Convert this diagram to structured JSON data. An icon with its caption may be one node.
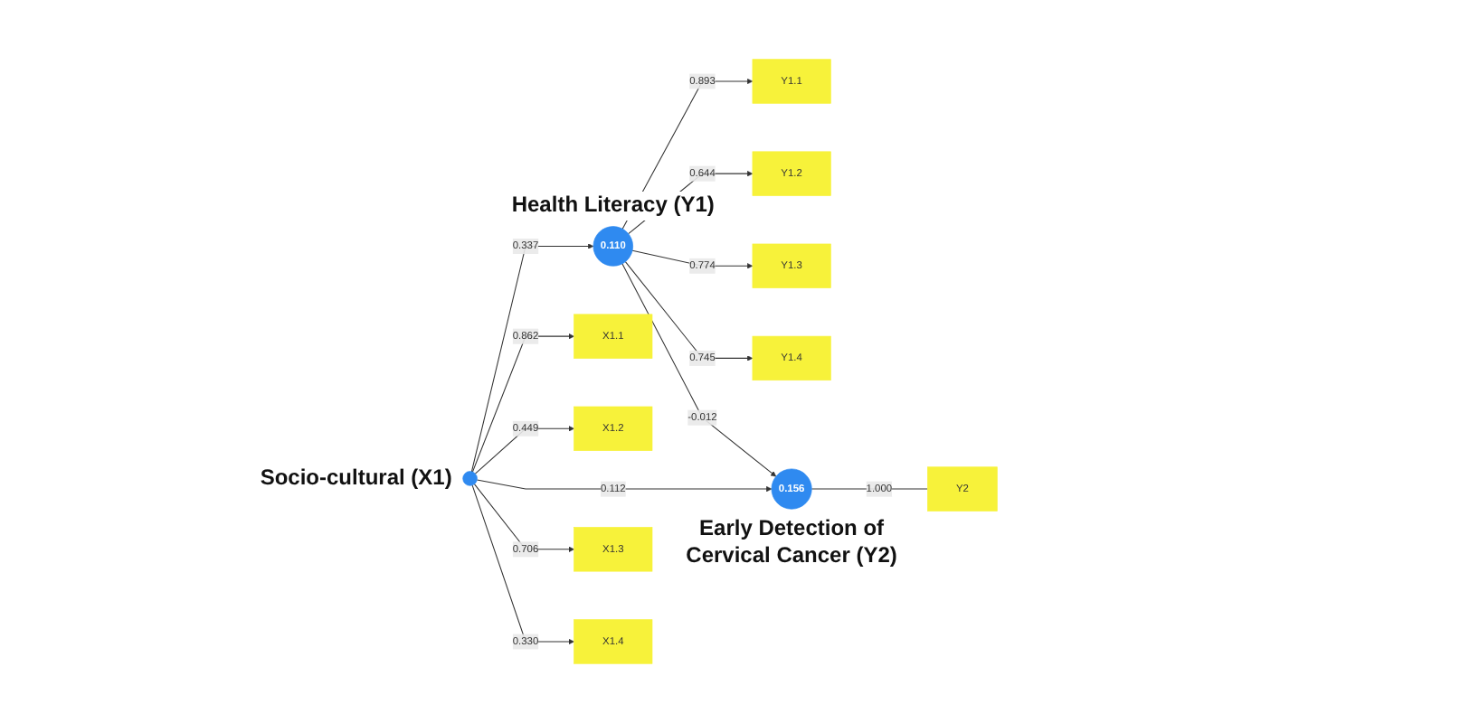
{
  "diagram": {
    "nodes": [
      {
        "text": [
          "Y1.1"
        ]
      },
      {
        "text": [
          "Y1.2"
        ]
      },
      {
        "text": [
          "Y1.3"
        ]
      },
      {
        "text": [
          "Y1.4"
        ]
      },
      {
        "text": [
          "0.110"
        ],
        "beside": [
          "Health Literacy (Y1)"
        ]
      },
      {
        "text": [
          "X1.1"
        ]
      },
      {
        "text": [],
        "shape": "circle",
        "beside": [
          "Socio-cultural (X1)"
        ]
      },
      {
        "text": [
          "X1.2"
        ]
      },
      {
        "text": [
          "0.156"
        ],
        "beside": [
          "Early Detection of Cervical Cancer (Y2)"
        ]
      },
      {
        "text": [
          "Y2"
        ]
      },
      {
        "text": [
          "X1.3"
        ]
      },
      {
        "text": [
          "X1.4"
        ]
      }
    ],
    "edges": [
      {
        "from": 4,
        "to": 0,
        "arrow": "to",
        "label": "0.893"
      },
      {
        "from": 4,
        "to": 1,
        "arrow": "to",
        "label": "0.644"
      },
      {
        "from": 4,
        "to": 2,
        "arrow": "to",
        "label": "0.774"
      },
      {
        "from": 4,
        "to": 3,
        "arrow": "to",
        "label": "0.745"
      },
      {
        "from": 6,
        "to": 4,
        "arrow": "to",
        "label": "0.337"
      },
      {
        "from": 4,
        "to": 8,
        "arrow": "to",
        "label": "-0.012"
      },
      {
        "from": 6,
        "to": 5,
        "arrow": "to",
        "label": "0.862"
      },
      {
        "from": 6,
        "to": 7,
        "arrow": "to",
        "label": "0.449"
      },
      {
        "from": 6,
        "to": 8,
        "arrow": "to",
        "label": "0.112"
      },
      {
        "from": 8,
        "to": 9,
        "arrow": "none",
        "label": "1.000"
      },
      {
        "from": 6,
        "to": 10,
        "arrow": "to",
        "label": "0.706"
      },
      {
        "from": 6,
        "to": 11,
        "arrow": "to",
        "label": "0.330"
      }
    ]
  }
}
